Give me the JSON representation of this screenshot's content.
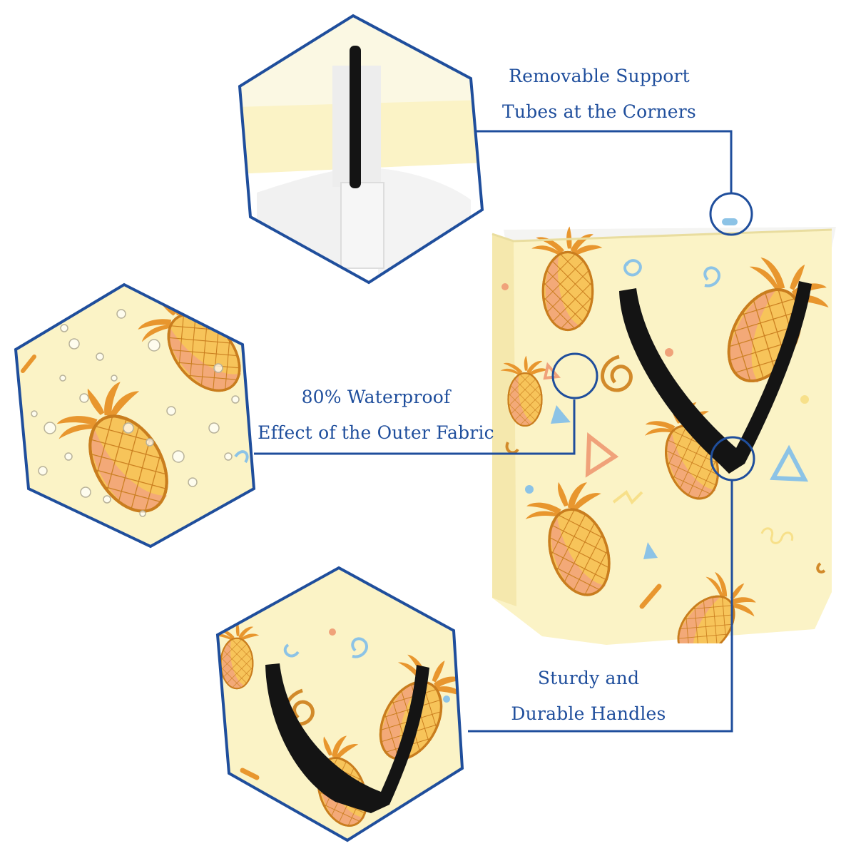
{
  "colors": {
    "accent_blue": "#1f4e9c",
    "fabric_cream": "#fbf3c6",
    "pineapple_orange": "#e8962e",
    "pineapple_yellow": "#f7c45a",
    "pineapple_pink": "#f2a57e",
    "handle_black": "#141414",
    "doodle_blue": "#8cc3e6"
  },
  "callouts": {
    "support_tubes": {
      "line1": "Removable Support",
      "line2": "Tubes at the Corners"
    },
    "waterproof": {
      "line1": "80% Waterproof",
      "line2": "Effect of the Outer Fabric"
    },
    "handles": {
      "line1": "Sturdy and",
      "line2": "Durable Handles"
    }
  },
  "icons": {
    "hexagon": "hexagon-frame",
    "magnifier": "circle-highlight",
    "pineapple": "pineapple-print"
  }
}
